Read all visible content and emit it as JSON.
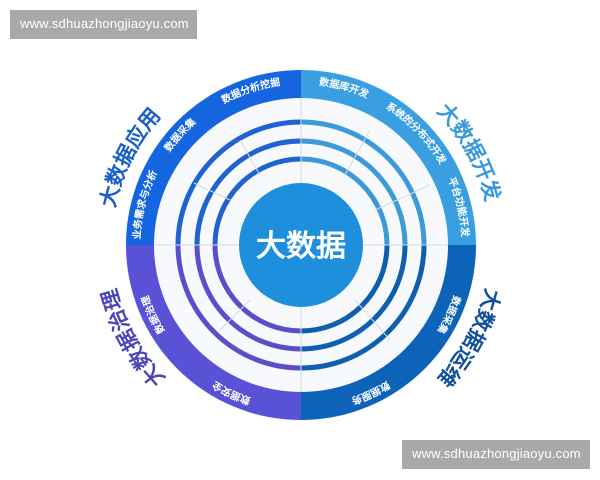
{
  "watermarks": {
    "top": "www.sdhuazhongjiaoyu.com",
    "bottom": "www.sdhuazhongjiaoyu.com"
  },
  "center": {
    "label": "大数据",
    "color": "#1e8fdc"
  },
  "quadrants": [
    {
      "id": "application",
      "title": "大数据应用",
      "position": "top-left",
      "color": "#1565e0",
      "title_color": "#1a5fc8",
      "items": [
        "业务需求与分析",
        "数据采集",
        "数据分析挖掘"
      ]
    },
    {
      "id": "development",
      "title": "大数据开发",
      "position": "top-right",
      "color": "#3a9fe0",
      "title_color": "#3a9ad8",
      "items": [
        "数据库开发",
        "系统的分布式开发",
        "平台功能开发"
      ]
    },
    {
      "id": "operations",
      "title": "大数据运维",
      "position": "bottom-right",
      "color": "#0d63b8",
      "title_color": "#12509a",
      "items": [
        "数据采集",
        "数据服务"
      ]
    },
    {
      "id": "governance",
      "title": "大数据治理",
      "position": "bottom-left",
      "color": "#5a52d6",
      "title_color": "#4a46b8",
      "items": [
        "数据治理",
        "数据安全"
      ]
    }
  ]
}
